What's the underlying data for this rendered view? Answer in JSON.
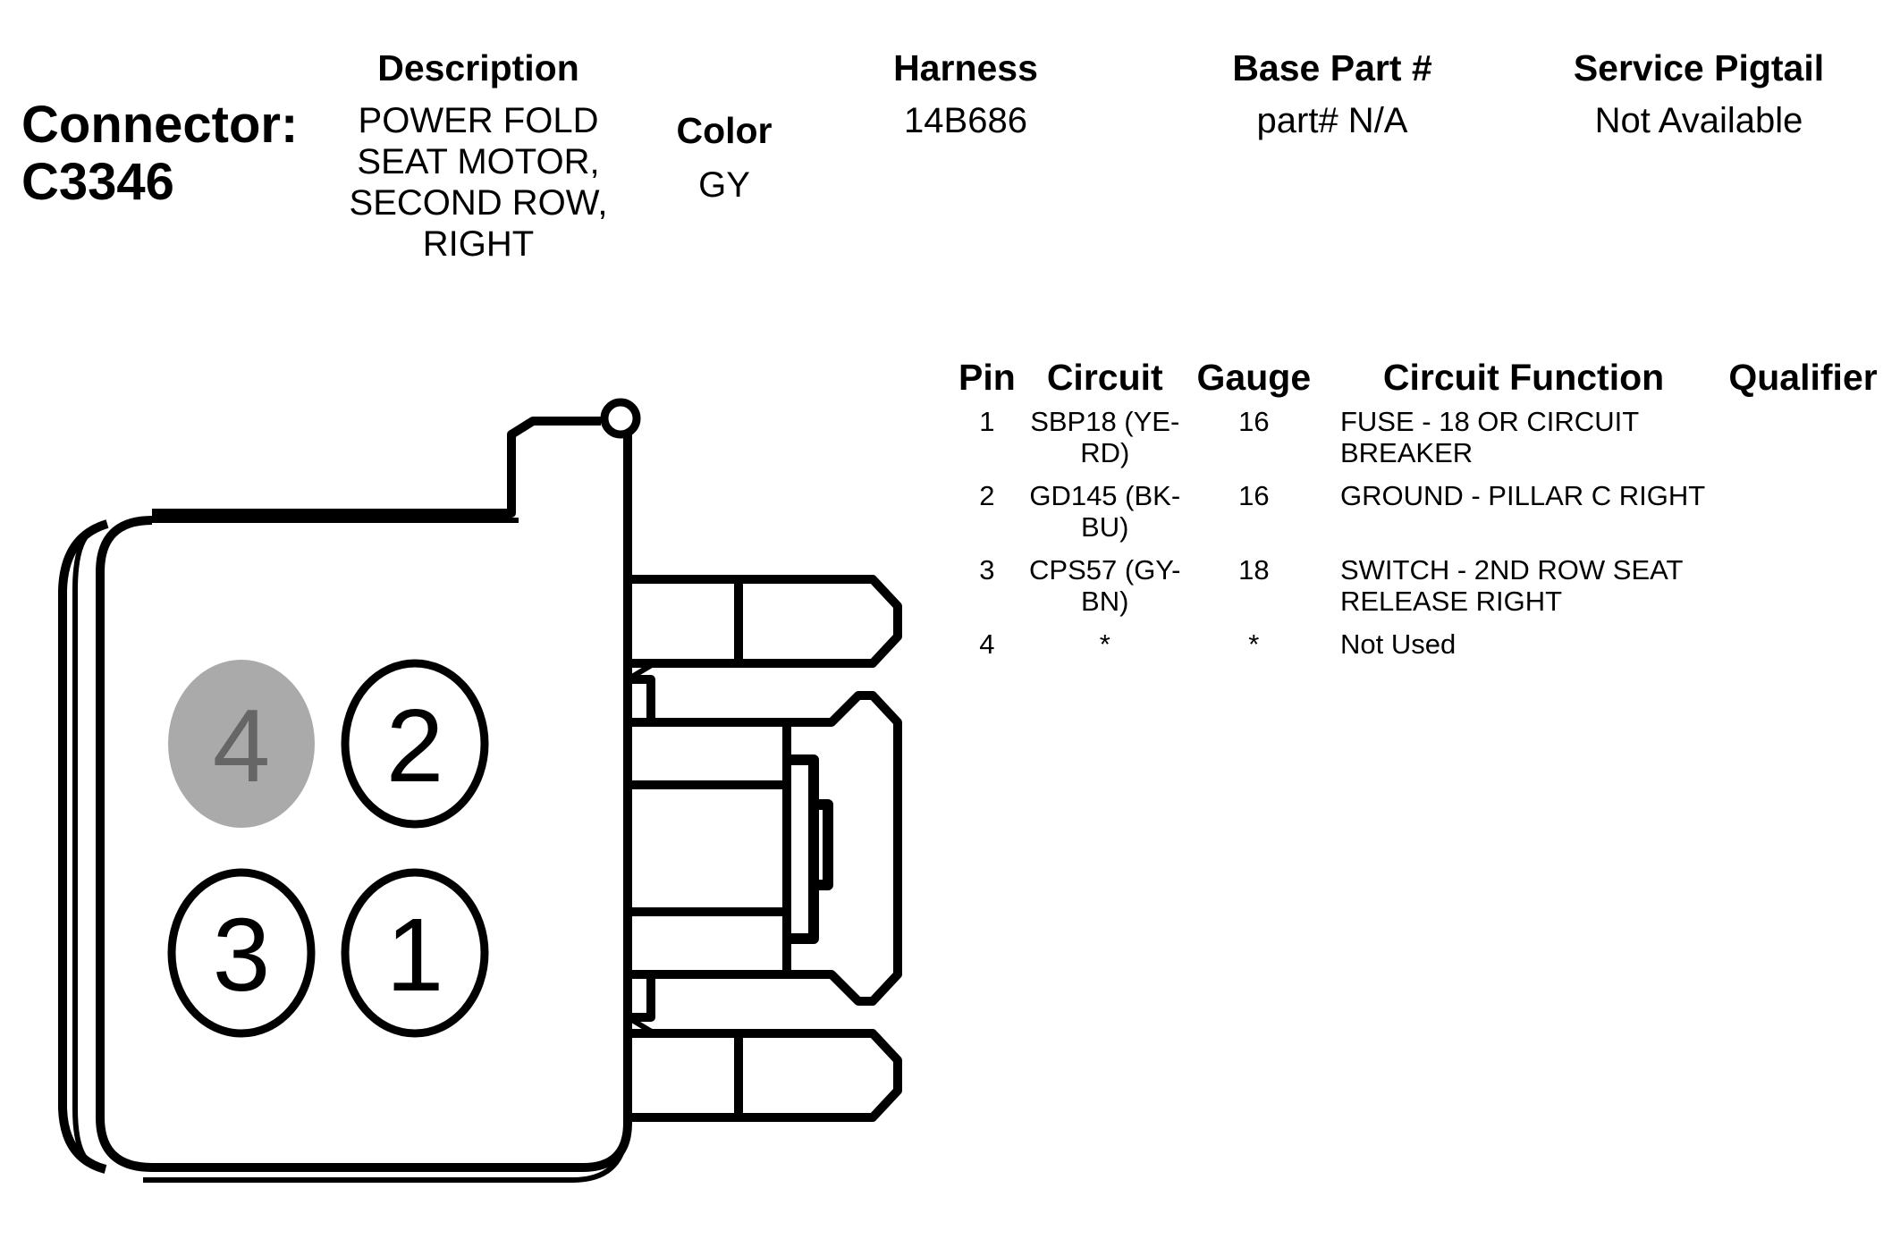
{
  "connector": {
    "label": "Connector:",
    "id": "C3346"
  },
  "header": {
    "description_label": "Description",
    "description_lines": [
      "POWER FOLD",
      "SEAT MOTOR,",
      "SECOND ROW,",
      "RIGHT"
    ],
    "color_label": "Color",
    "color_value": "GY",
    "harness_label": "Harness",
    "harness_value": "14B686",
    "base_part_label": "Base Part #",
    "base_part_value": "part# N/A",
    "service_pigtail_label": "Service Pigtail",
    "service_pigtail_value": "Not Available"
  },
  "pin_table": {
    "columns": [
      "Pin",
      "Circuit",
      "Gauge",
      "Circuit Function",
      "Qualifier"
    ],
    "rows": [
      {
        "pin": "1",
        "circuit": [
          "SBP18 (YE-",
          "RD)"
        ],
        "gauge": "16",
        "function": [
          "FUSE - 18 OR CIRCUIT",
          "BREAKER"
        ],
        "qualifier": ""
      },
      {
        "pin": "2",
        "circuit": [
          "GD145 (BK-",
          "BU)"
        ],
        "gauge": "16",
        "function": [
          "GROUND - PILLAR C RIGHT"
        ],
        "qualifier": ""
      },
      {
        "pin": "3",
        "circuit": [
          "CPS57 (GY-",
          "BN)"
        ],
        "gauge": "18",
        "function": [
          "SWITCH - 2ND ROW SEAT",
          "RELEASE RIGHT"
        ],
        "qualifier": ""
      },
      {
        "pin": "4",
        "circuit": [
          "*"
        ],
        "gauge": "*",
        "function": [
          "Not Used"
        ],
        "qualifier": ""
      }
    ]
  },
  "diagram": {
    "pins": [
      {
        "label": "4",
        "used": false
      },
      {
        "label": "2",
        "used": true
      },
      {
        "label": "3",
        "used": true
      },
      {
        "label": "1",
        "used": true
      }
    ],
    "colors": {
      "outline": "#000000",
      "unused_pin_fill": "#aaaaaa",
      "unused_pin_text": "#666666",
      "used_pin_fill": "#ffffff"
    }
  }
}
